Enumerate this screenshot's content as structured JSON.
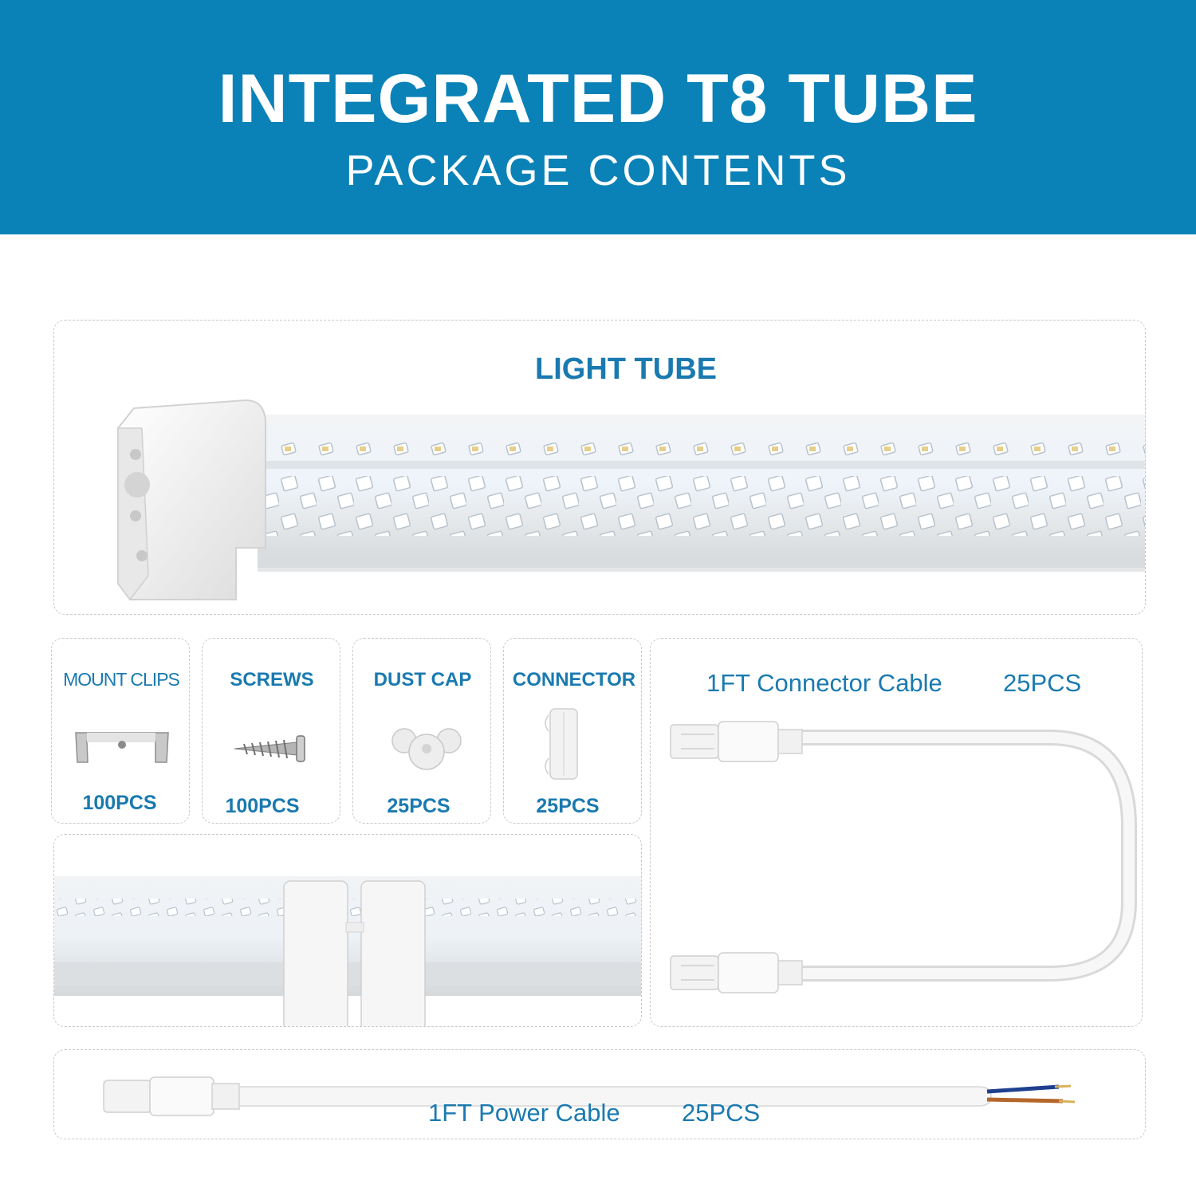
{
  "header": {
    "title": "INTEGRATED T8 TUBE",
    "subtitle": "PACKAGE CONTENTS",
    "background_color": "#0a82b7"
  },
  "light_tube": {
    "label": "LIGHT TUBE",
    "icon": "led-light-tube-icon"
  },
  "accessories": [
    {
      "label": "MOUNT CLIPS",
      "quantity": "100PCS",
      "icon": "mount-clip-icon"
    },
    {
      "label": "SCREWS",
      "quantity": "100PCS",
      "icon": "screw-icon"
    },
    {
      "label": "DUST CAP",
      "quantity": "25PCS",
      "icon": "dust-cap-icon"
    },
    {
      "label": "CONNECTOR",
      "quantity": "25PCS",
      "icon": "connector-icon"
    }
  ],
  "connector_cable": {
    "label": "1FT Connector Cable",
    "quantity": "25PCS",
    "icon": "connector-cable-icon"
  },
  "power_cable": {
    "label": "1FT Power Cable",
    "quantity": "25PCS",
    "icon": "power-cable-icon"
  },
  "colors": {
    "label_blue": "#1a7ab0",
    "panel_border": "#c9c9c9"
  }
}
